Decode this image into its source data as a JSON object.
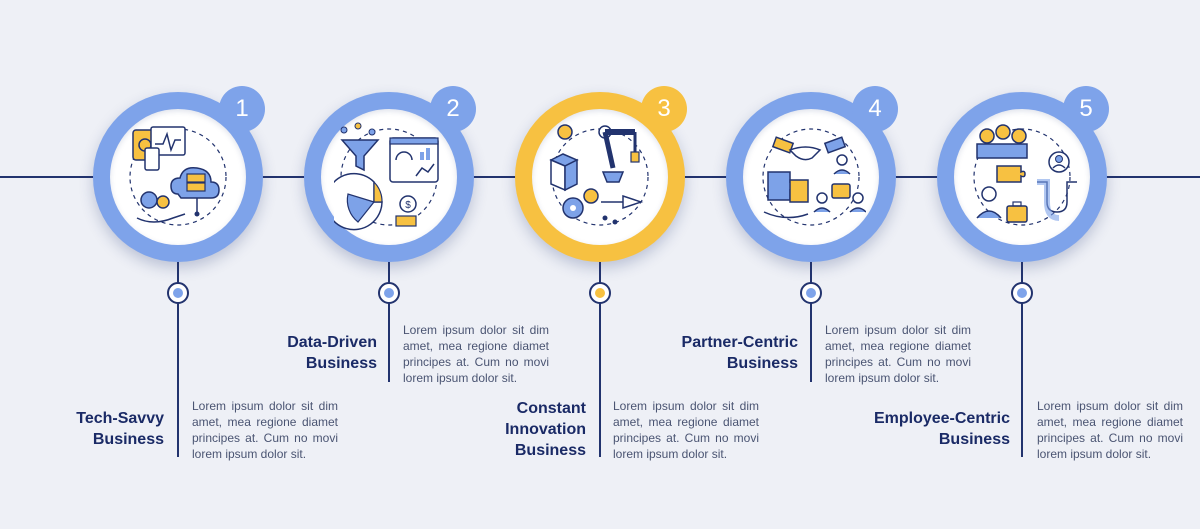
{
  "steps": [
    {
      "number": "1",
      "title": "Tech-Savvy\nBusiness",
      "description": "Lorem ipsum dolor sit dim amet, mea regione diamet principes at. Cum no movi lorem ipsum dolor sit.",
      "accent": "#6b96e3",
      "icon": "tech-devices-cloud-icon"
    },
    {
      "number": "2",
      "title": "Data-Driven\nBusiness",
      "description": "Lorem ipsum dolor sit dim amet, mea regione diamet principes at. Cum no movi lorem ipsum dolor sit.",
      "accent": "#6b96e3",
      "icon": "data-funnel-chart-icon"
    },
    {
      "number": "3",
      "title": "Constant\nInnovation\nBusiness",
      "description": "Lorem ipsum dolor sit dim amet, mea regione diamet principes at. Cum no movi lorem ipsum dolor sit.",
      "accent": "#f7c141",
      "icon": "robot-arm-gears-icon"
    },
    {
      "number": "4",
      "title": "Partner-Centric\nBusiness",
      "description": "Lorem ipsum dolor sit dim amet, mea regione diamet principes at. Cum no movi lorem ipsum dolor sit.",
      "accent": "#6b96e3",
      "icon": "handshake-puzzle-icon"
    },
    {
      "number": "5",
      "title": "Employee-Centric\nBusiness",
      "description": "Lorem ipsum dolor sit dim amet, mea regione diamet principes at. Cum no movi lorem ipsum dolor sit.",
      "accent": "#6b96e3",
      "icon": "team-magnet-icon"
    }
  ],
  "colors": {
    "line": "#22336e",
    "background": "#eef0f6",
    "icon_dark": "#22336e",
    "icon_blue": "#7da2e8",
    "icon_yellow": "#f7c141"
  }
}
